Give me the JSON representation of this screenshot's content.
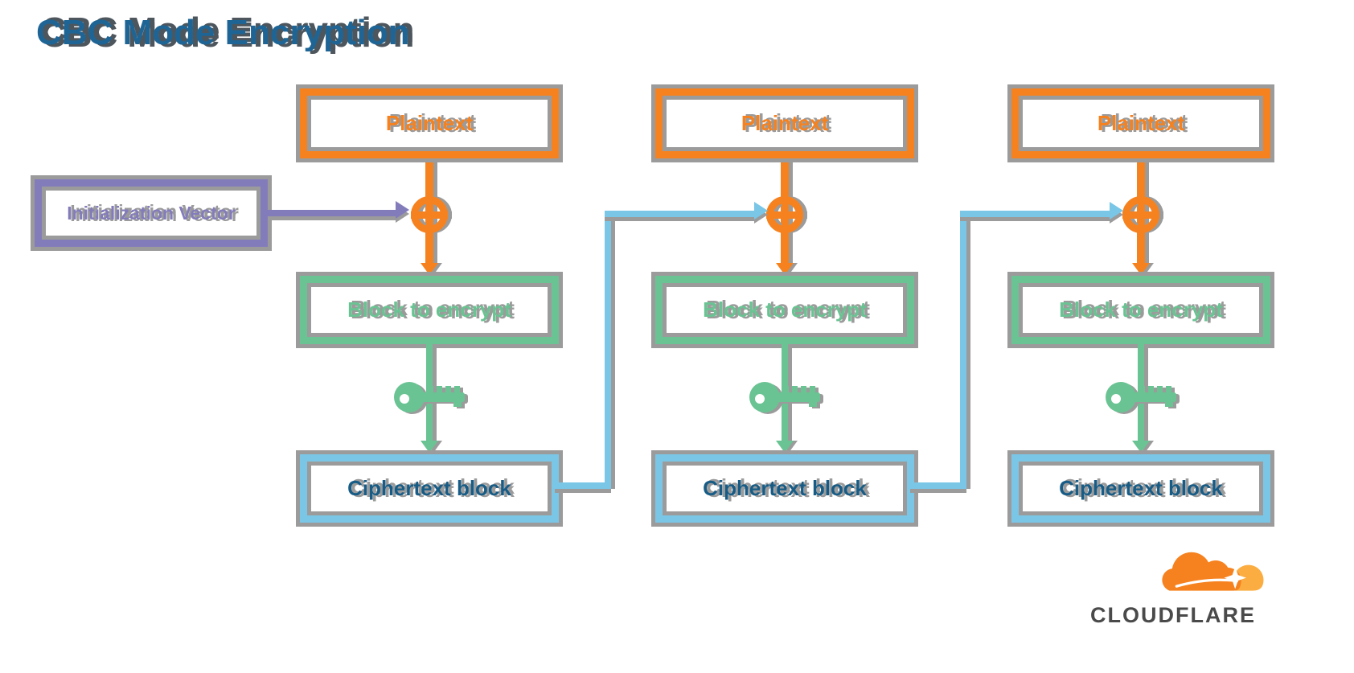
{
  "title": "CBC Mode Encryption",
  "diagram": {
    "iv_label": "Initialization Vector",
    "columns": [
      {
        "plaintext": "Plaintext",
        "block": "Block to encrypt",
        "ciphertext": "Ciphertext block"
      },
      {
        "plaintext": "Plaintext",
        "block": "Block to encrypt",
        "ciphertext": "Ciphertext block"
      },
      {
        "plaintext": "Plaintext",
        "block": "Block to encrypt",
        "ciphertext": "Ciphertext block"
      }
    ],
    "icons": {
      "xor": "xor-circle-plus",
      "key": "encryption-key",
      "arrows": "flow-arrows"
    }
  },
  "logo": {
    "wordmark": "CLOUDFLARE"
  },
  "colors": {
    "orange": "#F6821F",
    "green": "#6AC392",
    "light_blue": "#7AC6E6",
    "dark_blue_text": "#175C86",
    "purple": "#837CBB",
    "title_blue": "#1E6595",
    "shadow_gray": "#9B9B9B",
    "logo_light_orange": "#FBAD41",
    "logo_text_gray": "#4A4A4A"
  }
}
